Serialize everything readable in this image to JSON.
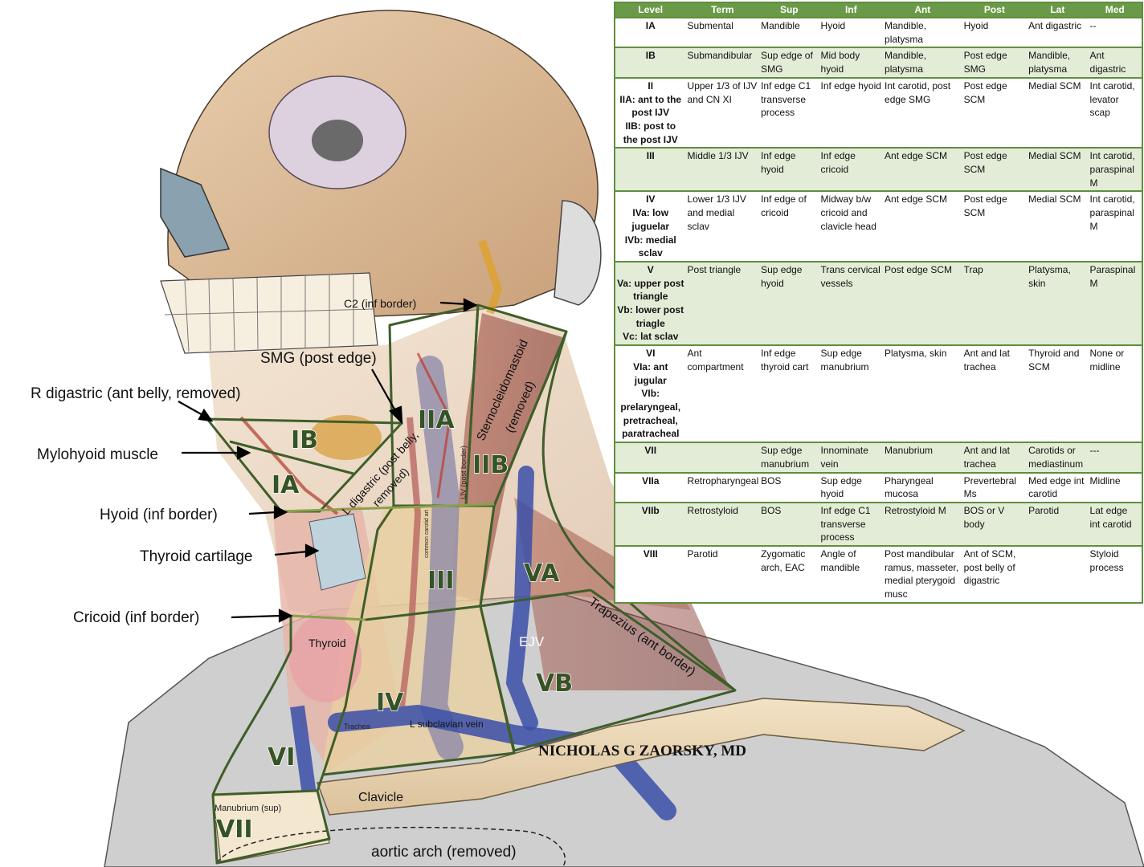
{
  "labels": {
    "c2": "C2 (inf border)",
    "smg": "SMG (post edge)",
    "r_digastric": "R digastric (ant belly, removed)",
    "mylohyoid": "Mylohyoid muscle",
    "hyoid": "Hyoid (inf border)",
    "thyroid_cartilage": "Thyroid cartilage",
    "cricoid": "Cricoid (inf border)",
    "thyroid": "Thyroid",
    "trachea": "Trachea",
    "subclavian": "L subclavian vein",
    "ejv": "EJV",
    "clavicle": "Clavicle",
    "manubrium": "Manubrium (sup)",
    "aortic_arch": "aortic arch (removed)",
    "trapezius": "Trapezius (ant border)",
    "scm_line1": "Sternocleidomastoid",
    "scm_line2": "(removed)",
    "l_digastric_line1": "L digastric (post belly,",
    "l_digastric_line2": "removed)",
    "ijv": "IJV (post border)",
    "common_carotid": "common carotid art",
    "credit": "NICHOLAS G ZAORSKY, MD"
  },
  "levels": {
    "IA": "IA",
    "IB": "IB",
    "IIA": "IIA",
    "IIB": "IIB",
    "III": "III",
    "IV": "IV",
    "VA": "VA",
    "VB": "VB",
    "VI": "VI",
    "VII": "VII"
  },
  "table": {
    "headers": [
      "Level",
      "Term",
      "Sup",
      "Inf",
      "Ant",
      "Post",
      "Lat",
      "Med"
    ],
    "rows": [
      [
        "IA",
        "Submental",
        "Mandible",
        "Hyoid",
        "Mandible, platysma",
        "Hyoid",
        "Ant digastric",
        "--"
      ],
      [
        "IB",
        "Submandibular",
        "Sup edge of SMG",
        "Mid body hyoid",
        "Mandible, platysma",
        "Post edge SMG",
        "Mandible, platysma",
        "Ant digastric"
      ],
      [
        "II\nIIA: ant to the post IJV\nIIB: post to the post IJV",
        "Upper 1/3 of IJV and CN XI",
        "Inf edge C1 transverse process",
        "Inf edge hyoid",
        "Int carotid, post edge SMG",
        "Post edge SCM",
        "Medial SCM",
        "Int carotid, levator scap"
      ],
      [
        "III",
        "Middle 1/3 IJV",
        "Inf edge hyoid",
        "Inf edge cricoid",
        "Ant edge SCM",
        "Post edge SCM",
        "Medial SCM",
        "Int carotid, paraspinal M"
      ],
      [
        "IV\nIVa: low juguelar\nIVb: medial sclav",
        "Lower 1/3 IJV and medial sclav",
        "Inf edge of cricoid",
        "Midway b/w cricoid and clavicle head",
        "Ant edge SCM",
        "Post edge SCM",
        "Medial SCM",
        "Int carotid, paraspinal M"
      ],
      [
        "V\nVa: upper post triangle\nVb: lower post triagle\nVc: lat sclav",
        "Post triangle",
        "Sup edge hyoid",
        "Trans cervical vessels",
        "Post edge SCM",
        "Trap",
        "Platysma, skin",
        "Paraspinal M"
      ],
      [
        "VI\nVIa: ant jugular\nVIb: prelaryngeal, pretracheal, paratracheal",
        "Ant compartment",
        "Inf edge thyroid cart",
        "Sup edge manubrium",
        "Platysma, skin",
        "Ant and lat trachea",
        "Thyroid and SCM",
        "None or midline"
      ],
      [
        "VII",
        "",
        "Sup edge manubrium",
        "Innominate vein",
        "Manubrium",
        "Ant and lat trachea",
        "Carotids or mediastinum",
        "---"
      ],
      [
        "VIIa",
        "Retropharyngeal",
        "BOS",
        "Sup edge hyoid",
        "Pharyngeal mucosa",
        "Prevertebral Ms",
        "Med edge int carotid",
        "Midline"
      ],
      [
        "VIIb",
        "Retrostyloid",
        "BOS",
        "Inf edge C1 transverse process",
        "Retrostyloid M",
        "BOS or V body",
        "Parotid",
        "Lat edge int carotid"
      ],
      [
        "VIII",
        "Parotid",
        "Zygomatic arch, EAC",
        "Angle of mandible",
        "Post mandibular ramus, masseter, medial pterygoid musc",
        "Ant of SCM, post belly of digastric",
        "",
        "Styloid process"
      ]
    ]
  },
  "colors": {
    "zone_line": "#3f5e2a",
    "level_text": "#355325",
    "table_header": "#6a9a47",
    "table_alt_row": "#e3ecd7"
  }
}
